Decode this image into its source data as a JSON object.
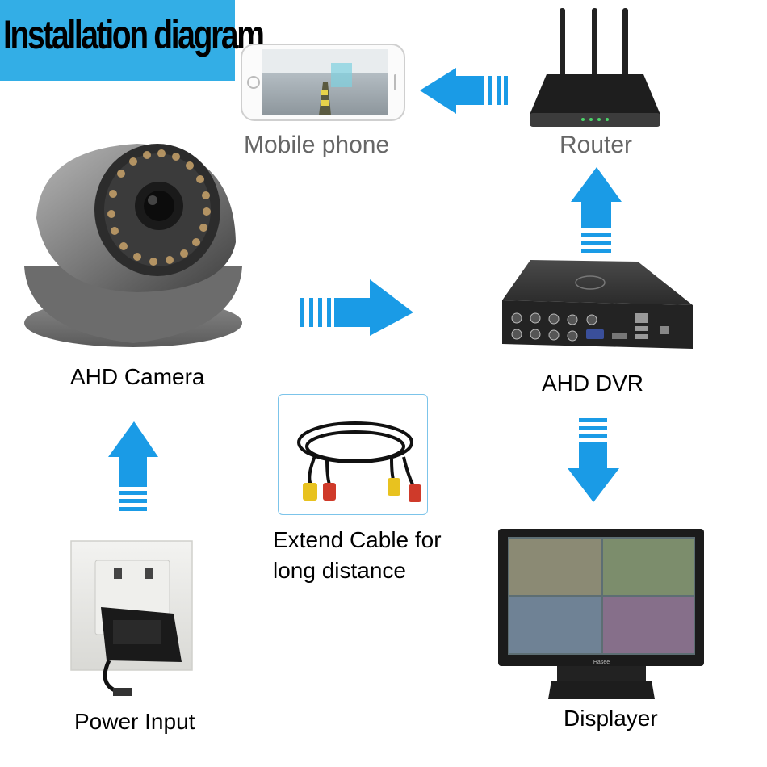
{
  "title": "Installation diagram",
  "nodes": {
    "mobile_phone": "Mobile phone",
    "router": "Router",
    "camera": "AHD Camera",
    "dvr": "AHD DVR",
    "power": "Power Input",
    "cable": [
      "Extend Cable for",
      "long distance"
    ],
    "display": "Displayer"
  },
  "device_text": {
    "monitor_brand": "Hasee"
  },
  "colors": {
    "arrow": "#1a9be6",
    "title_bg": "#33aee6"
  }
}
